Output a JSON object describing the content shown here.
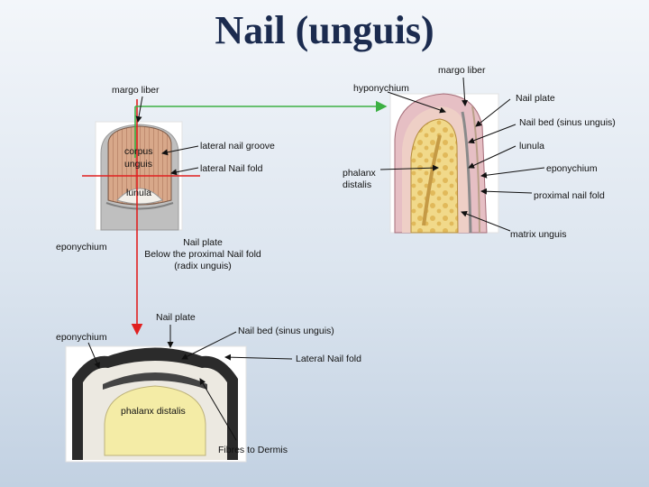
{
  "title": "Nail (unguis)",
  "top_diagram": {
    "margo_liber_left": "margo liber",
    "hyponychium": "hyponychium",
    "margo_liber_right": "margo liber",
    "nail_plate": "Nail plate",
    "nail_bed": "Nail bed (sinus unguis)",
    "lunula_right": "lunula",
    "corpus": "corpus",
    "unguis": "unguis",
    "lateral_nail_groove": "lateral nail groove",
    "lateral_nail_fold": "lateral Nail fold",
    "phalanx_distalis": "phalanx distalis",
    "eponychium_right": "eponychium",
    "lunula_left": "lunula",
    "proximal_nail_fold": "proximal nail fold",
    "matrix_unguis": "matrix unguis",
    "eponychium_left": "eponychium",
    "nail_plate_below_line1": "Nail plate",
    "nail_plate_below_line2": "Below the proximal Nail fold",
    "nail_plate_below_line3": "(radix unguis)"
  },
  "cross_section": {
    "nail_plate": "Nail plate",
    "eponychium": "eponychium",
    "nail_bed": "Nail bed (sinus unguis)",
    "lateral_nail_fold": "Lateral Nail fold",
    "phalanx_distalis": "phalanx distalis",
    "fibres": "Fibres to Dermis"
  },
  "colors": {
    "title": "#1b2b4f",
    "guide_red": "#e02020",
    "guide_green": "#3cb043",
    "leader": "#111111"
  }
}
